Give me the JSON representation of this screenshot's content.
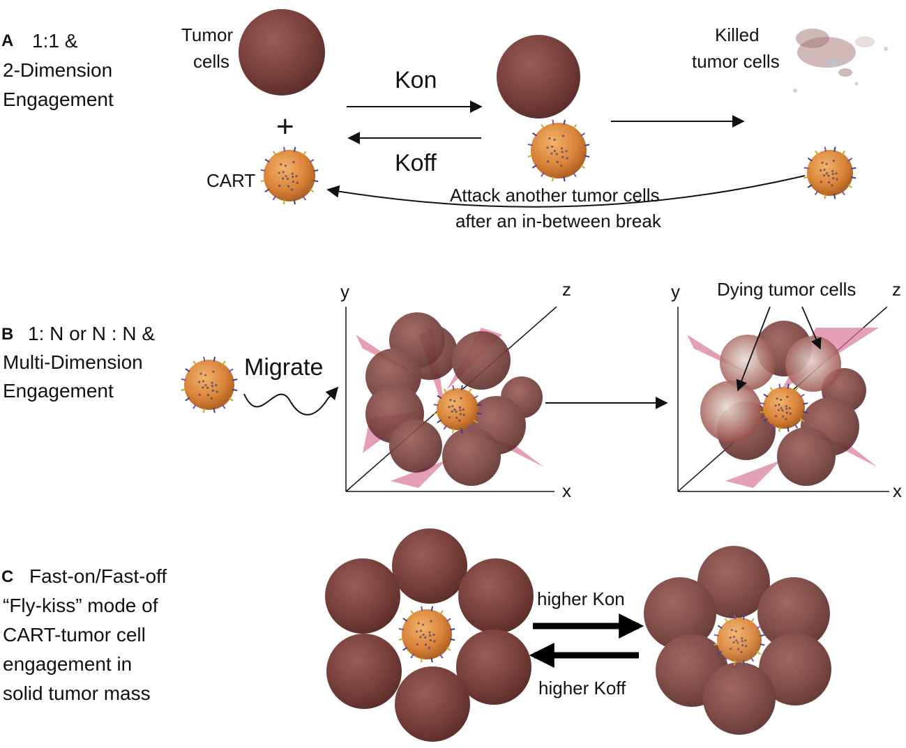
{
  "panels": {
    "a": {
      "letter": "A",
      "title_lines": [
        "1:1 &",
        "2-Dimension",
        "Engagement"
      ],
      "tumor_label": [
        "Tumor",
        "cells"
      ],
      "plus": "+",
      "cart_label": "CART",
      "kon": "Kon",
      "koff": "Koff",
      "killed_label": [
        "Killed",
        "tumor cells"
      ],
      "attack_label": [
        "Attack another tumor cells",
        "after an in-between break"
      ]
    },
    "b": {
      "letter": "B",
      "title_lines": [
        "1: N or N : N &",
        "Multi-Dimension",
        "Engagement"
      ],
      "migrate": "Migrate",
      "axis_y": "y",
      "axis_x": "x",
      "axis_z": "z",
      "dying_label": "Dying tumor cells"
    },
    "c": {
      "letter": "C",
      "title_lines": [
        "Fast-on/Fast-off",
        "“Fly-kiss” mode of",
        "CART-tumor cell",
        "engagement in",
        "solid tumor mass"
      ],
      "higher_kon": "higher Kon",
      "higher_koff": "higher Koff"
    }
  },
  "colors": {
    "tumor": "#7a3f3a",
    "tumor_edge": "#5a2b28",
    "cart": "#d9843a",
    "cart_edge": "#b9651f",
    "fiber": "#d9779a",
    "arrow": "#111111"
  }
}
